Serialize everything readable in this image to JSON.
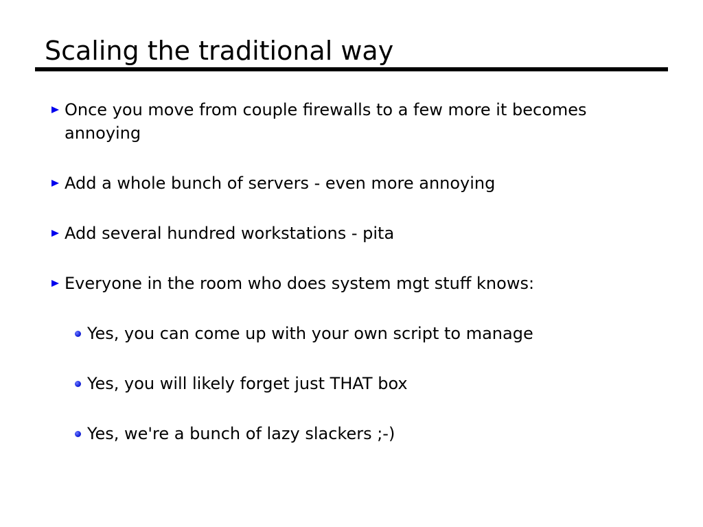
{
  "slide": {
    "title": "Scaling the traditional way",
    "bullets": [
      {
        "level": 1,
        "text": "Once you move from couple firewalls to a few more it becomes annoying"
      },
      {
        "level": 1,
        "text": "Add a whole bunch of servers - even more annoying"
      },
      {
        "level": 1,
        "text": "Add several hundred workstations - pita"
      },
      {
        "level": 1,
        "text": "Everyone in the room who does system mgt stuff knows:"
      },
      {
        "level": 2,
        "text": "Yes, you can come up with your own script to manage"
      },
      {
        "level": 2,
        "text": "Yes, you will likely forget just THAT box"
      },
      {
        "level": 2,
        "text": "Yes, we're a bunch of lazy slackers ;-)"
      }
    ]
  },
  "colors": {
    "bullet_marker": "#0000ee",
    "title_rule": "#000000"
  },
  "icons": {
    "level1_marker": "triangle-bullet-icon",
    "level2_marker": "round-bullet-icon"
  }
}
